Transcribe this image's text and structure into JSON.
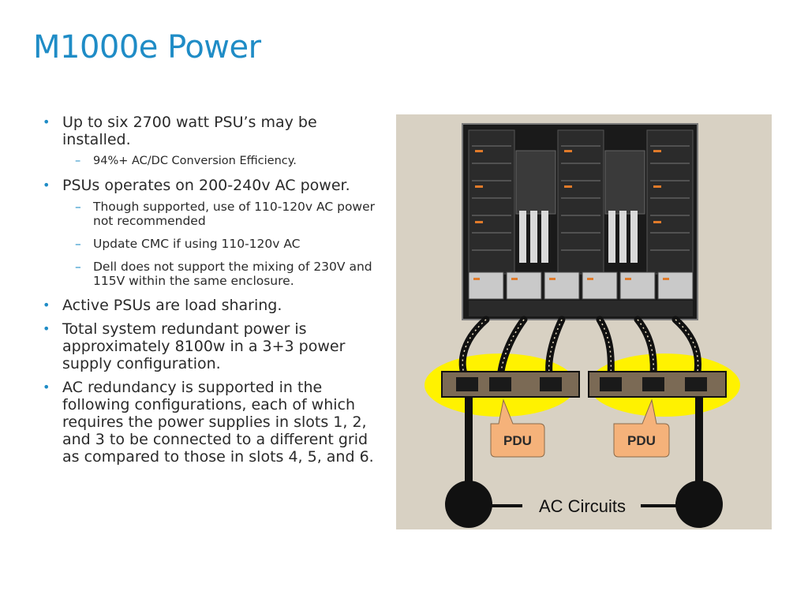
{
  "slide": {
    "title": "M1000e Power",
    "bullets": [
      {
        "text": "Up to six 2700 watt PSU’s may be installed.",
        "sub": [
          "94%+ AC/DC Conversion Efficiency."
        ]
      },
      {
        "text": "PSUs operates on 200-240v AC power.",
        "sub": [
          "Though supported, use of 110-120v AC power not recommended",
          "Update CMC if using 110-120v AC",
          "Dell does not support the mixing of 230V and 115V within the same enclosure."
        ]
      },
      {
        "text": "Active PSUs are load sharing.",
        "sub": []
      },
      {
        "text": "Total system redundant power is approximately 8100w in a 3+3 power supply configuration.",
        "sub": []
      },
      {
        "text": "AC redundancy is supported in the following configurations, each of which requires the power supplies in slots 1, 2, and 3 to be connected to a different grid as compared to those in slots 4, 5, and 6.",
        "sub": []
      }
    ]
  },
  "figure": {
    "pdu_label_left": "PDU",
    "pdu_label_right": "PDU",
    "ac_circuits_label": "AC Circuits",
    "colors": {
      "background": "#d8d1c3",
      "highlight": "#fff200",
      "pdu_callout": "#f5b27a",
      "chassis": "#1a1a1a"
    }
  }
}
